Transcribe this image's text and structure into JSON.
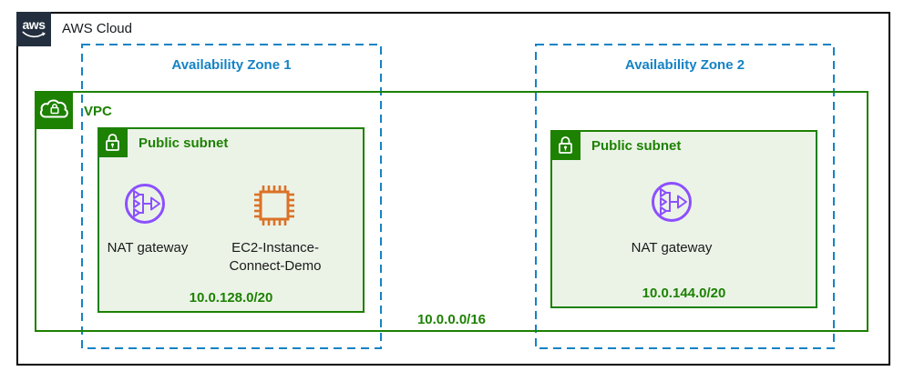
{
  "cloud": {
    "logo_text": "aws",
    "label": "AWS Cloud"
  },
  "vpc": {
    "label": "VPC",
    "cidr": "10.0.0.0/16",
    "icon": "vpc-cloud-lock-icon"
  },
  "zones": [
    {
      "label": "Availability Zone 1",
      "subnet": {
        "label": "Public subnet",
        "cidr": "10.0.128.0/20",
        "icon": "subnet-lock-icon",
        "resources": [
          {
            "name": "NAT gateway",
            "icon": "nat-gateway-icon"
          },
          {
            "name": "EC2-Instance-Connect-Demo",
            "icon": "ec2-instance-icon"
          }
        ]
      }
    },
    {
      "label": "Availability Zone 2",
      "subnet": {
        "label": "Public subnet",
        "cidr": "10.0.144.0/20",
        "icon": "subnet-lock-icon",
        "resources": [
          {
            "name": "NAT gateway",
            "icon": "nat-gateway-icon"
          }
        ]
      }
    }
  ],
  "colors": {
    "logo_navy": "#232F3E",
    "outer_border": "#000000",
    "az_blue": "#1583C5",
    "vpc_green": "#1D8102",
    "subnet_fill": "#EBF3E7",
    "nat_purple": "#8C4FFF",
    "ec2_orange": "#DB7226"
  }
}
